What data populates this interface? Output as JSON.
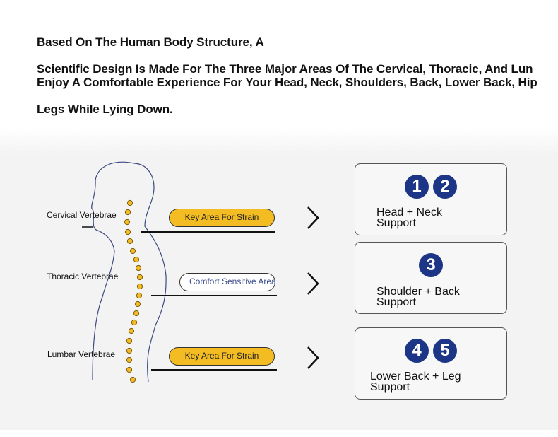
{
  "intro": {
    "line1": "Based On The Human Body Structure, A",
    "line2": "Scientific Design Is Made For The Three Major Areas Of The Cervical, Thoracic, And Lun",
    "line3": "Enjoy A Comfortable Experience For Your Head, Neck, Shoulders, Back, Lower Back, Hip",
    "line4": "Legs While Lying Down."
  },
  "diagram": {
    "labels": [
      "Cervical Vertebrae",
      "Thoracic Vertebrae",
      "Lumbar Vertebrae"
    ],
    "pills": [
      "Key Area For Strain",
      "Comfort Sensitive Area",
      "Key Area For Strain"
    ],
    "colors": {
      "spine": "#f2bc22",
      "outline": "#3d4a80",
      "badge": "#1d3586"
    }
  },
  "cards": [
    {
      "numbers": [
        "1",
        "2"
      ],
      "line1": "Head + Neck",
      "line2": "Support"
    },
    {
      "numbers": [
        "3"
      ],
      "line1": "Shoulder + Back",
      "line2": "Support"
    },
    {
      "numbers": [
        "4",
        "5"
      ],
      "line1": "Lower Back + Leg",
      "line2": "Support"
    }
  ]
}
